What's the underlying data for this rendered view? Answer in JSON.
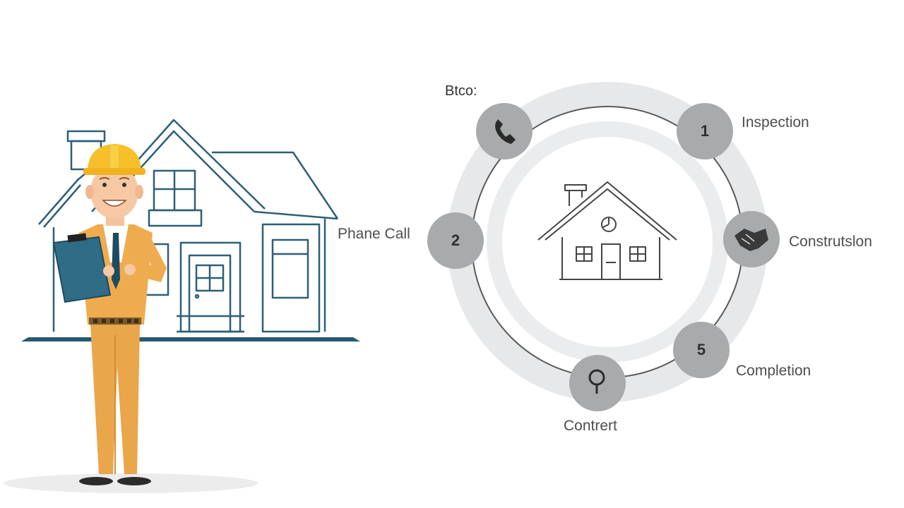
{
  "diagram": {
    "title": "Btco:",
    "center_icon": "house-icon",
    "steps": [
      {
        "label": "Inspection",
        "badge": "1",
        "icon": ""
      },
      {
        "label": "Phane Call",
        "badge": "2",
        "icon": ""
      },
      {
        "label": "Construtslon",
        "badge": "",
        "icon": "handshake-icon"
      },
      {
        "label": "Completion",
        "badge": "5",
        "icon": ""
      },
      {
        "label": "Contrert",
        "badge": "",
        "icon": "magnifier-icon"
      }
    ],
    "extra_node_icon": "phone-icon"
  },
  "colors": {
    "background": "#ffffff",
    "ring_outer": "#e6e7e8",
    "ring_line": "#5a5a5a",
    "node_fill": "#a9aaab",
    "house_line": "#2c5f79",
    "floor_line": "#245a72",
    "worker_suit": "#efac4f",
    "helmet": "#f5c02a",
    "clipboard": "#2f6c86"
  },
  "illustration": {
    "left_scene": "construction-worker-with-house"
  }
}
